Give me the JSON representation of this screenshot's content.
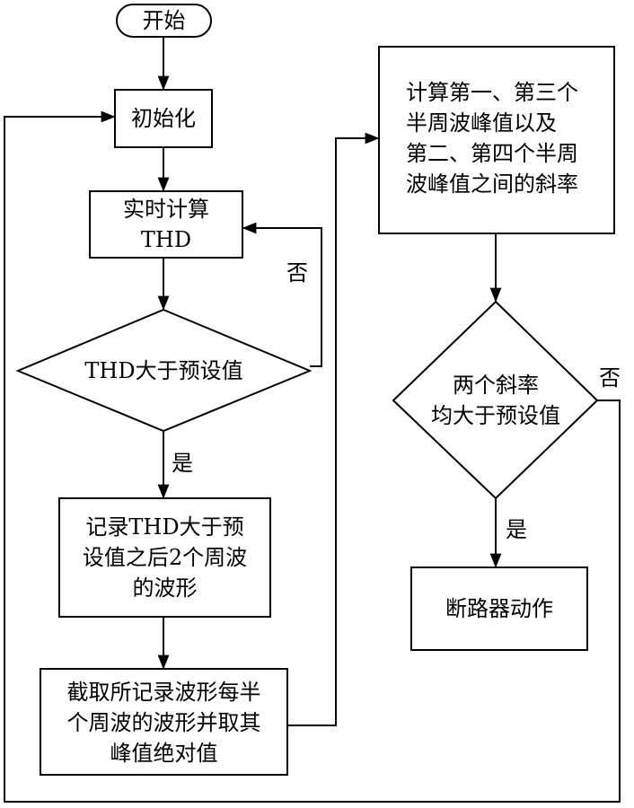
{
  "flowchart": {
    "start": "开始",
    "init": "初始化",
    "calc_thd": [
      "实时计算",
      "THD"
    ],
    "decision_thd": "THD大于预设值",
    "record": [
      "记录THD大于预",
      "设值之后2个周波",
      "的波形"
    ],
    "extract": [
      "截取所记录波形每半",
      "个周波的波形并取其",
      "峰值绝对值"
    ],
    "calc_slope": [
      "计算第一、第三个",
      "半周波峰值以及",
      "第二、第四个半周",
      "波峰值之间的斜率"
    ],
    "decision_slope": [
      "两个斜率",
      "均大于预设值"
    ],
    "action": "断路器动作",
    "yes_label": "是",
    "no_label": "否"
  }
}
